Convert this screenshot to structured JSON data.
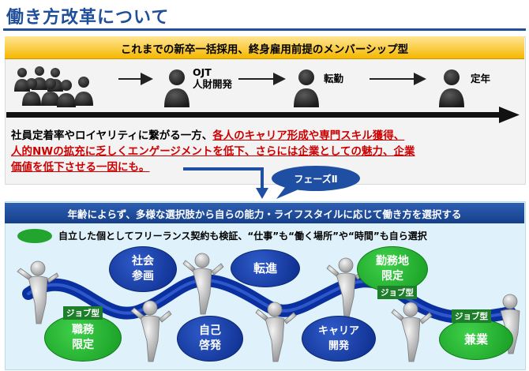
{
  "title": "働き方改革について",
  "top": {
    "banner": "これまでの新卒一括採用、終身雇用前提のメンバーシップ型",
    "steps": [
      {
        "label": "OJT\n人財開発"
      },
      {
        "label": "転勤"
      },
      {
        "label": "定年"
      }
    ],
    "body_normal_1": "社員定着率やロイヤリティに繋がる一方、",
    "body_red_1": "各人のキャリア形成や専門スキル獲得、",
    "body_red_2": "人的NWの拡充に乏しくエンゲージメントを低下、さらには企業としての魅力、企業",
    "body_red_3": "価値を低下させる一因にも。"
  },
  "phase_label": "フェーズⅡ",
  "bottom": {
    "banner": "年齢によらず、多様な選択肢から自らの能力・ライフスタイルに応じて働き方を選択する",
    "legend": "自立した個としてフリーランス契約も検証、“仕事”も“働く場所”や“時間”も自ら選択",
    "ovals": [
      {
        "text": "社会\n参画",
        "kind": "blue"
      },
      {
        "text": "転進",
        "kind": "blue"
      },
      {
        "text": "勤務地\n限定",
        "kind": "green"
      },
      {
        "text": "職務\n限定",
        "kind": "green"
      },
      {
        "text": "自己\n啓発",
        "kind": "blue"
      },
      {
        "text": "キャリア\n開発",
        "kind": "blue"
      },
      {
        "text": "兼業",
        "kind": "green"
      }
    ],
    "tags": [
      "ジョブ型",
      "ジョブ型",
      "ジョブ型"
    ]
  },
  "colors": {
    "title_blue": "#1f4e9a",
    "red_text": "#cc0000",
    "banner_yellow": "#f5b800",
    "banner_blue": "#1f4fa3",
    "green": "#22a52e"
  }
}
